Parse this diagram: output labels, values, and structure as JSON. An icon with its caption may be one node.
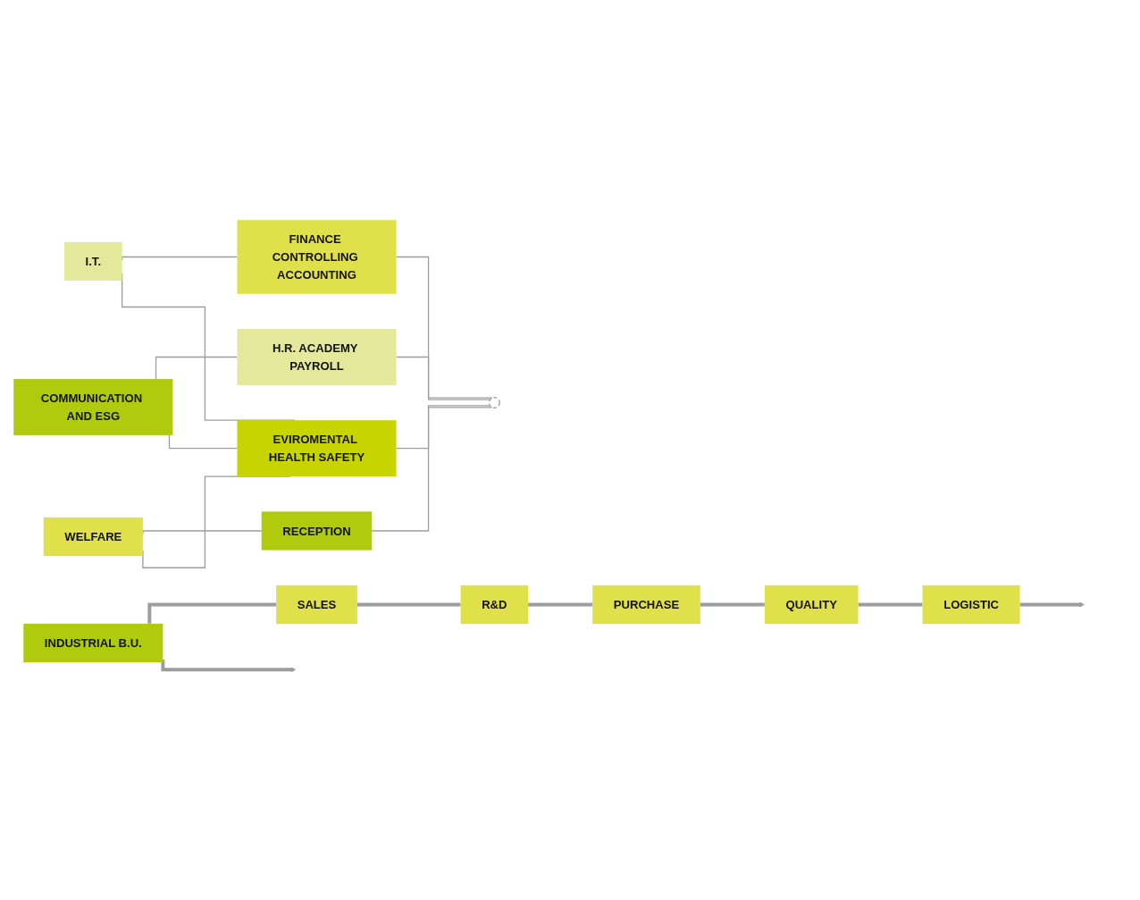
{
  "diagram": {
    "nodes": [
      {
        "text": [
          "EVIROMENTAL HEALTH SAFETY"
        ]
      },
      {
        "text": [
          "I.T."
        ]
      },
      {
        "text": [
          "FINANCE CONTROLLING ACCOUNTING"
        ]
      },
      {
        "text": [
          "COMMUNICATION AND ESG"
        ]
      },
      {
        "text": [
          "H.R. ACADEMY PAYROLL"
        ]
      },
      {
        "text": [
          "WELFARE"
        ]
      },
      {
        "text": [
          "RECEPTION"
        ]
      },
      {
        "text": [],
        "shape": "circle"
      },
      {
        "text": [
          "INDUSTRIAL B.U."
        ]
      },
      {
        "text": [
          "SALES"
        ]
      },
      {
        "text": [
          "R&D"
        ]
      },
      {
        "text": [
          "PURCHASE"
        ]
      },
      {
        "text": [
          "QUALITY"
        ]
      },
      {
        "text": [
          "LOGISTIC"
        ]
      }
    ],
    "edges": [
      {
        "from": 1,
        "to": 2,
        "arrow": "none"
      },
      {
        "from": 3,
        "to": 4,
        "arrow": "none"
      },
      {
        "from": 5,
        "to": 6,
        "arrow": "none"
      },
      {
        "from": 1,
        "to": 0,
        "arrow": "none"
      },
      {
        "from": 3,
        "to": 0,
        "arrow": "none"
      },
      {
        "from": 5,
        "to": 0,
        "arrow": "none"
      },
      {
        "from": 0,
        "to": 7,
        "arrow": "none"
      },
      {
        "from": 2,
        "to": 7,
        "arrow": "none"
      },
      {
        "from": 4,
        "to": 7,
        "arrow": "none"
      },
      {
        "from": 6,
        "to": 7,
        "arrow": "none"
      },
      {
        "from": 8,
        "to": 9,
        "arrow": "none",
        "style": "thick"
      },
      {
        "from": 9,
        "to": 10,
        "arrow": "none",
        "style": "thick"
      },
      {
        "from": 10,
        "to": 11,
        "arrow": "none",
        "style": "thick"
      },
      {
        "from": 11,
        "to": 12,
        "arrow": "none",
        "style": "thick"
      },
      {
        "from": 12,
        "to": 13,
        "arrow": "none",
        "style": "thick"
      },
      {
        "from": 13,
        "to": null,
        "arrow": "to",
        "style": "thick"
      },
      {
        "from": 8,
        "to": null,
        "arrow": "to",
        "style": "thick"
      }
    ]
  }
}
